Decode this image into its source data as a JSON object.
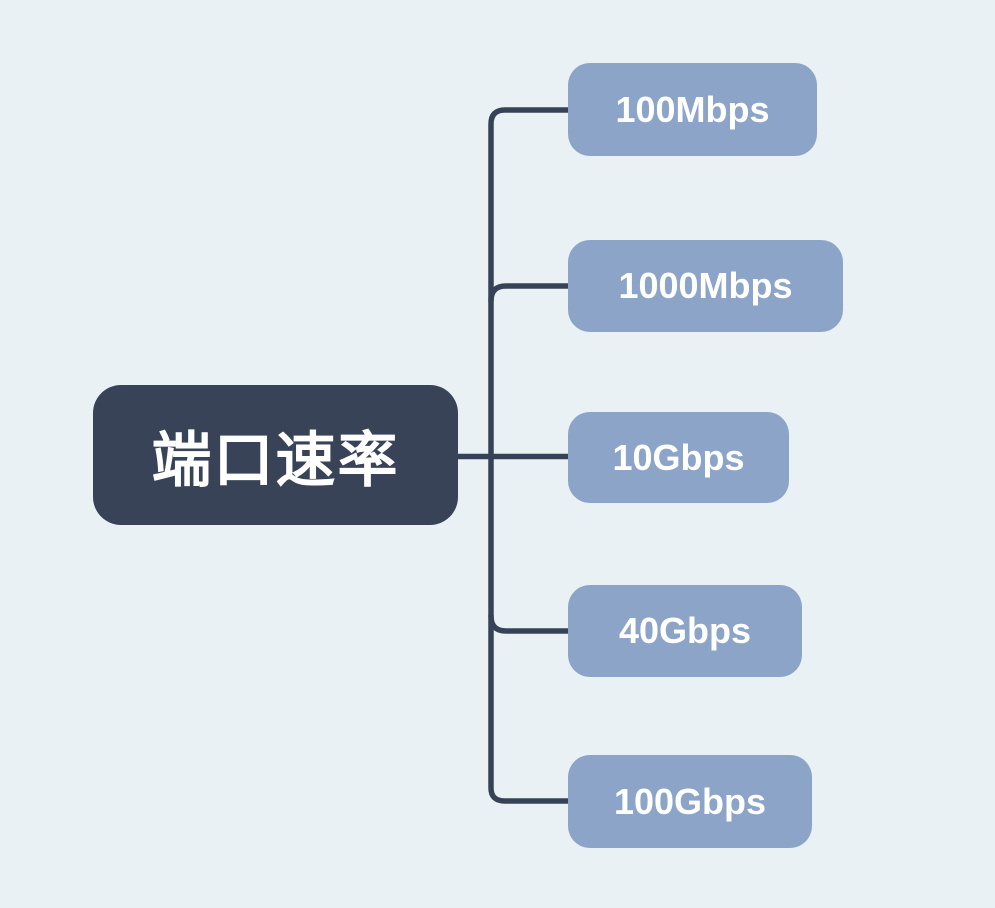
{
  "mindmap": {
    "title": "port-speed-mindmap",
    "root": {
      "label": "端口速率"
    },
    "children": [
      {
        "label": "100Mbps"
      },
      {
        "label": "1000Mbps"
      },
      {
        "label": "10Gbps"
      },
      {
        "label": "40Gbps"
      },
      {
        "label": "100Gbps"
      }
    ],
    "colors": {
      "background": "#EAF1F5",
      "root_bg": "#384358",
      "root_text": "#FFFFFF",
      "child_bg": "#8BA4C8",
      "child_text": "#FFFFFF",
      "connector": "#364257"
    }
  }
}
